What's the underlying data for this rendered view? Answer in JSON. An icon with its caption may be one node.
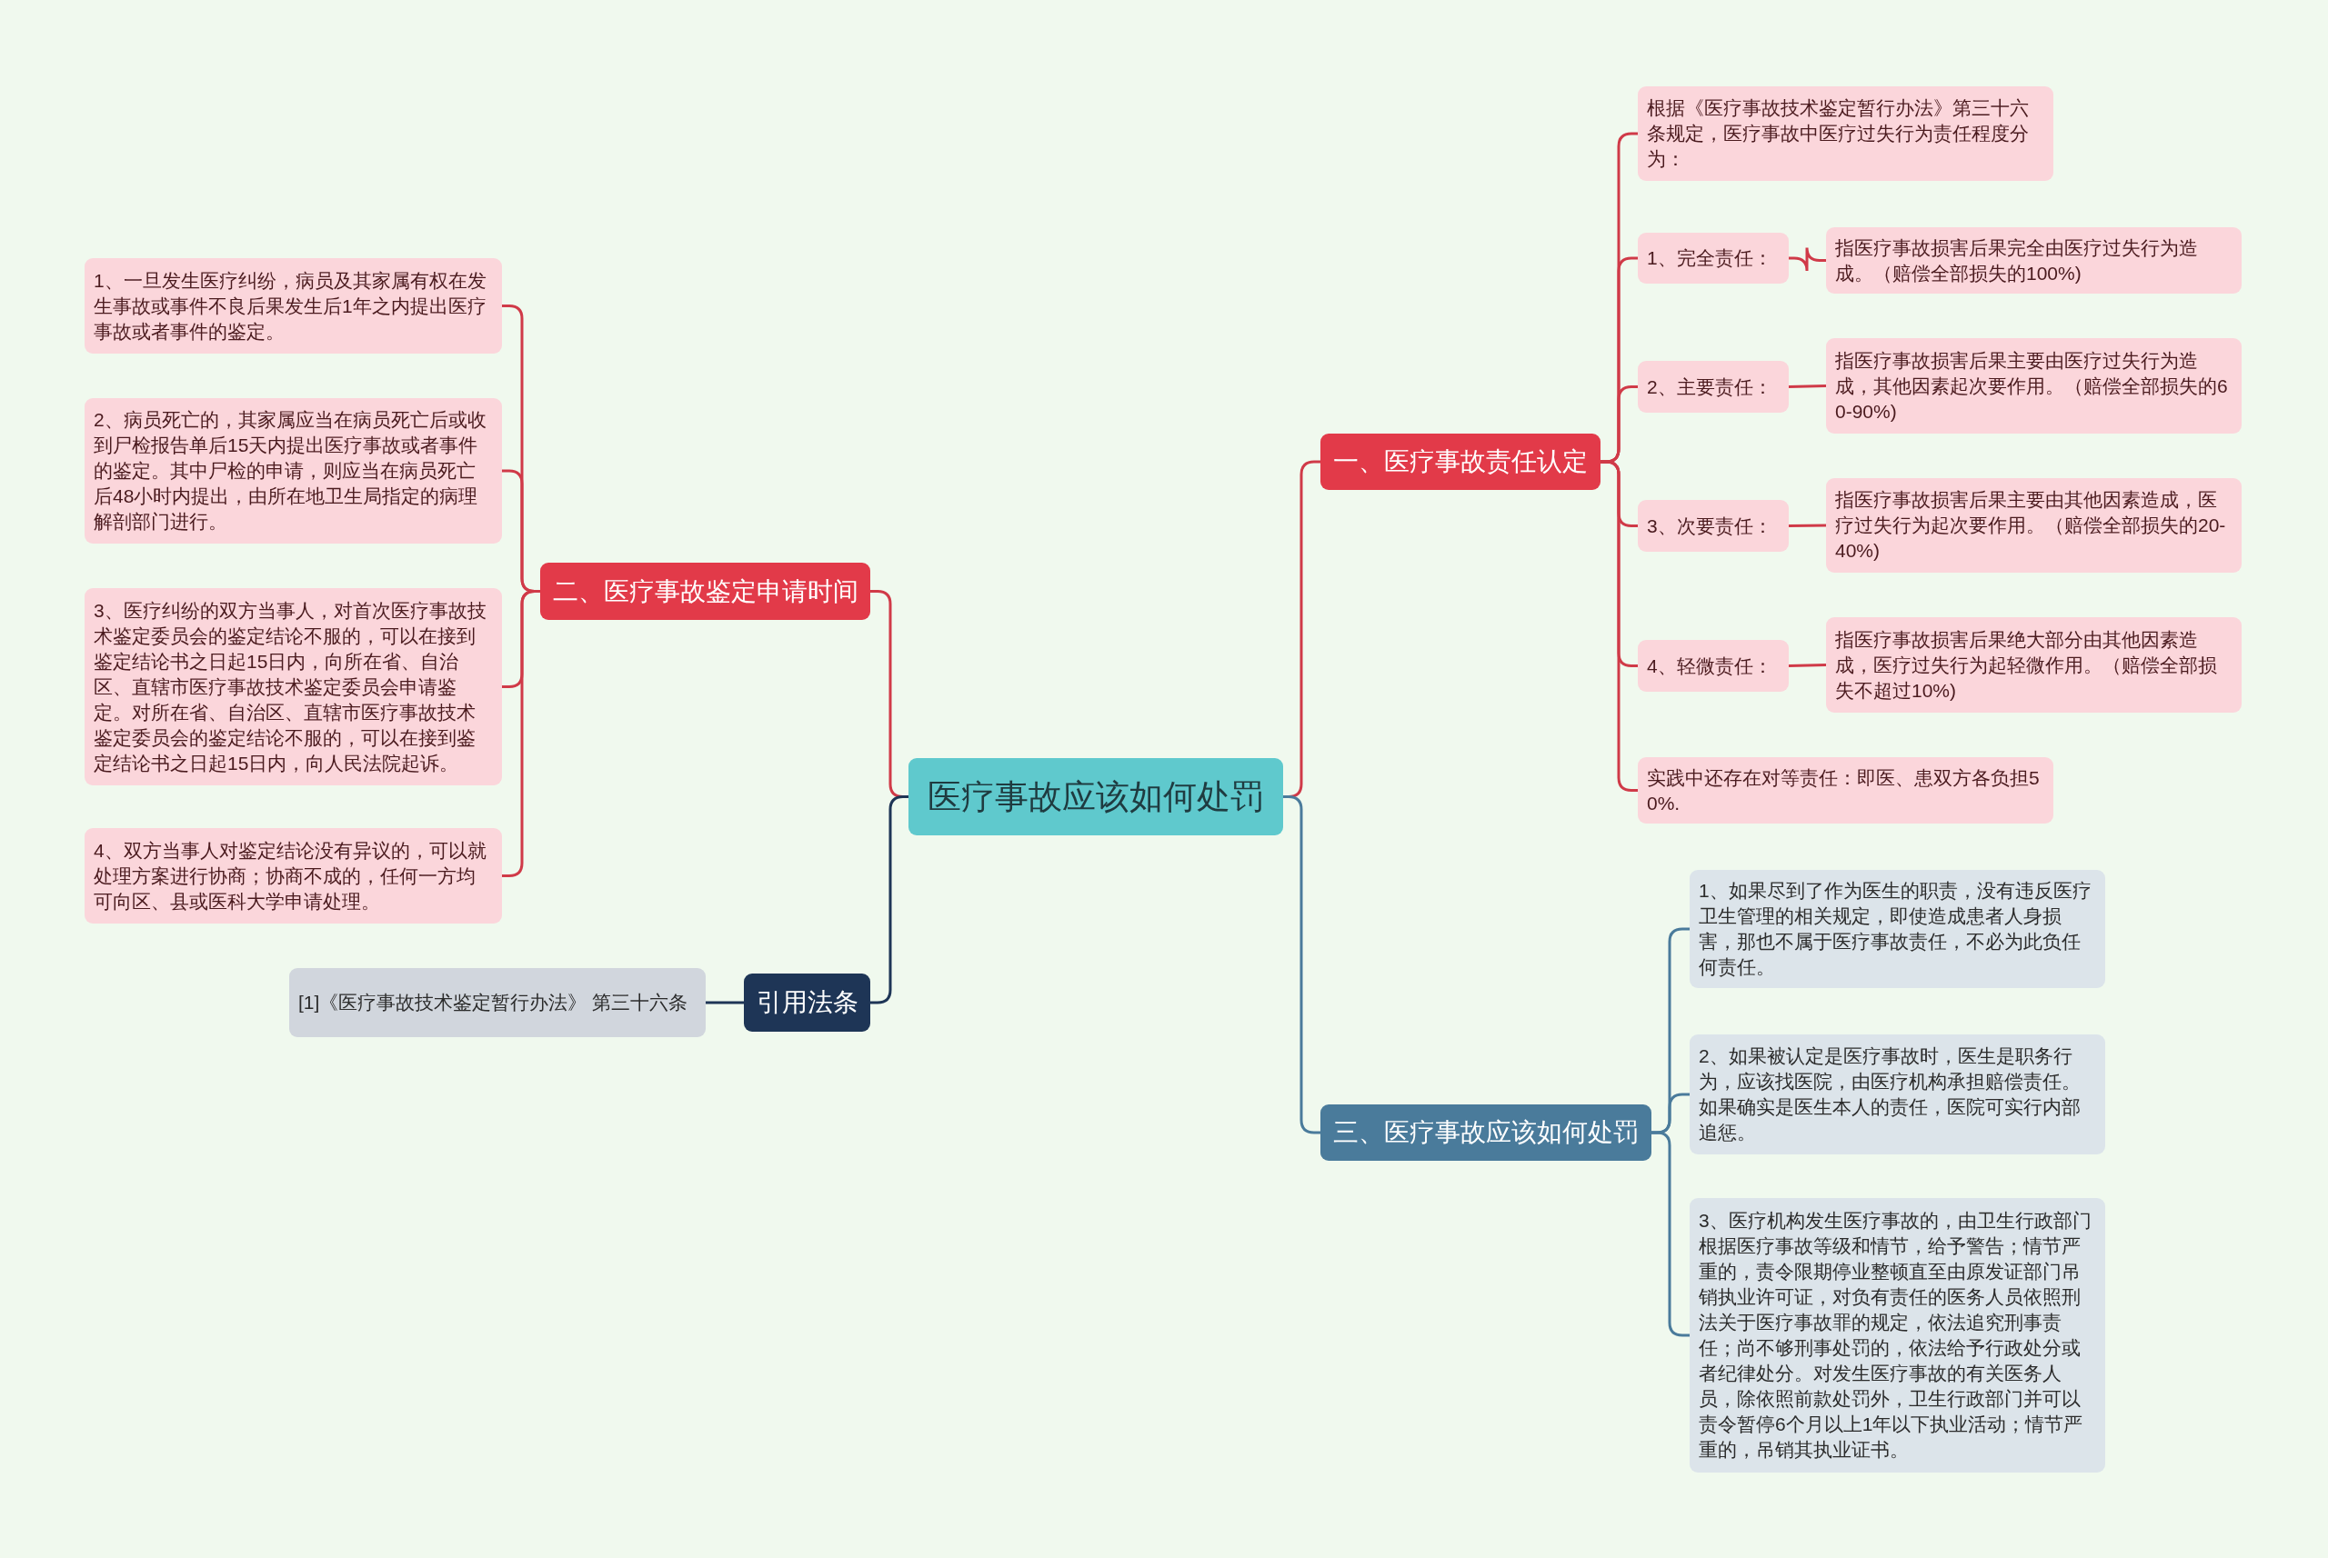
{
  "diagram": {
    "nodes": [
      {
        "text": [
          "医疗事故应该如何处罚"
        ]
      },
      {
        "text": [
          "一、医疗事故责任认定"
        ]
      },
      {
        "text": [
          "根据《医疗事故技术鉴定暂行办法》第三十六条规定，医疗事故中医疗过失行为责任程度分为："
        ]
      },
      {
        "text": [
          "1、完全责任："
        ]
      },
      {
        "text": [
          "指医疗事故损害后果完全由医疗过失行为造成。（赔偿全部损失的100%)"
        ]
      },
      {
        "text": [
          "2、主要责任："
        ]
      },
      {
        "text": [
          "指医疗事故损害后果主要由医疗过失行为造成，其他因素起次要作用。（赔偿全部损失的60-90%)"
        ]
      },
      {
        "text": [
          "3、次要责任："
        ]
      },
      {
        "text": [
          "指医疗事故损害后果主要由其他因素造成，医疗过失行为起次要作用。（赔偿全部损失的20-40%)"
        ]
      },
      {
        "text": [
          "4、轻微责任："
        ]
      },
      {
        "text": [
          "指医疗事故损害后果绝大部分由其他因素造成，医疗过失行为起轻微作用。（赔偿全部损失不超过10%)"
        ]
      },
      {
        "text": [
          "实践中还存在对等责任：即医、患双方各负担50%."
        ]
      },
      {
        "text": [
          "三、医疗事故应该如何处罚"
        ]
      },
      {
        "text": [
          "1、如果尽到了作为医生的职责，没有违反医疗卫生管理的相关规定，即使造成患者人身损害，那也不属于医疗事故责任，不必为此负任何责任。"
        ]
      },
      {
        "text": [
          "2、如果被认定是医疗事故时，医生是职务行为，应该找医院，由医疗机构承担赔偿责任。如果确实是医生本人的责任，医院可实行内部追惩。"
        ]
      },
      {
        "text": [
          "3、医疗机构发生医疗事故的，由卫生行政部门根据医疗事故等级和情节，给予警告；情节严重的，责令限期停业整顿直至由原发证部门吊销执业许可证，对负有责任的医务人员依照刑法关于医疗事故罪的规定，依法追究刑事责任；尚不够刑事处罚的，依法给予行政处分或者纪律处分。对发生医疗事故的有关医务人员，除依照前款处罚外，卫生行政部门并可以责令暂停6个月以上1年以下执业活动；情节严重的，吊销其执业证书。"
        ]
      },
      {
        "text": [
          "二、医疗事故鉴定申请时间"
        ]
      },
      {
        "text": [
          "1、一旦发生医疗纠纷，病员及其家属有权在发生事故或事件不良后果发生后1年之内提出医疗事故或者事件的鉴定。"
        ]
      },
      {
        "text": [
          "2、病员死亡的，其家属应当在病员死亡后或收到尸检报告单后15天内提出医疗事故或者事件的鉴定。其中尸检的申请，则应当在病员死亡后48小时内提出，由所在地卫生局指定的病理解剖部门进行。"
        ]
      },
      {
        "text": [
          "3、医疗纠纷的双方当事人，对首次医疗事故技术鉴定委员会的鉴定结论不服的，可以在接到鉴定结论书之日起15日内，向所在省、自治区、直辖市医疗事故技术鉴定委员会申请鉴定。对所在省、自治区、直辖市医疗事故技术鉴定委员会的鉴定结论不服的，可以在接到鉴定结论书之日起15日内，向人民法院起诉。"
        ]
      },
      {
        "text": [
          "4、双方当事人对鉴定结论没有异议的，可以就处理方案进行协商；协商不成的，任何一方均可向区、县或医科大学申请处理。"
        ]
      },
      {
        "text": [
          "引用法条"
        ]
      },
      {
        "text": [
          "[1]《医疗事故技术鉴定暂行办法》 第三十六条"
        ]
      }
    ],
    "edges": [
      {
        "from": 0,
        "to": 1,
        "arrow": "none"
      },
      {
        "from": 1,
        "to": 2,
        "arrow": "none"
      },
      {
        "from": 1,
        "to": 3,
        "arrow": "none"
      },
      {
        "from": 3,
        "to": 4,
        "arrow": "none"
      },
      {
        "from": 1,
        "to": 5,
        "arrow": "none"
      },
      {
        "from": 5,
        "to": 6,
        "arrow": "none"
      },
      {
        "from": 1,
        "to": 7,
        "arrow": "none"
      },
      {
        "from": 7,
        "to": 8,
        "arrow": "none"
      },
      {
        "from": 1,
        "to": 9,
        "arrow": "none"
      },
      {
        "from": 9,
        "to": 10,
        "arrow": "none"
      },
      {
        "from": 1,
        "to": 11,
        "arrow": "none"
      },
      {
        "from": 0,
        "to": 12,
        "arrow": "none",
        "color": "#4a7b9b"
      },
      {
        "from": 12,
        "to": 13,
        "arrow": "none",
        "color": "#4a7b9b"
      },
      {
        "from": 12,
        "to": 14,
        "arrow": "none",
        "color": "#4a7b9b"
      },
      {
        "from": 12,
        "to": 15,
        "arrow": "none",
        "color": "#4a7b9b"
      },
      {
        "from": 0,
        "to": 16,
        "arrow": "none"
      },
      {
        "from": 16,
        "to": 17,
        "arrow": "none"
      },
      {
        "from": 16,
        "to": 18,
        "arrow": "none"
      },
      {
        "from": 16,
        "to": 19,
        "arrow": "none"
      },
      {
        "from": 16,
        "to": 20,
        "arrow": "none"
      },
      {
        "from": 0,
        "to": 21,
        "arrow": "none",
        "color": "#1e3556"
      },
      {
        "from": 21,
        "to": 22,
        "arrow": "none",
        "color": "#1e3556"
      }
    ]
  }
}
